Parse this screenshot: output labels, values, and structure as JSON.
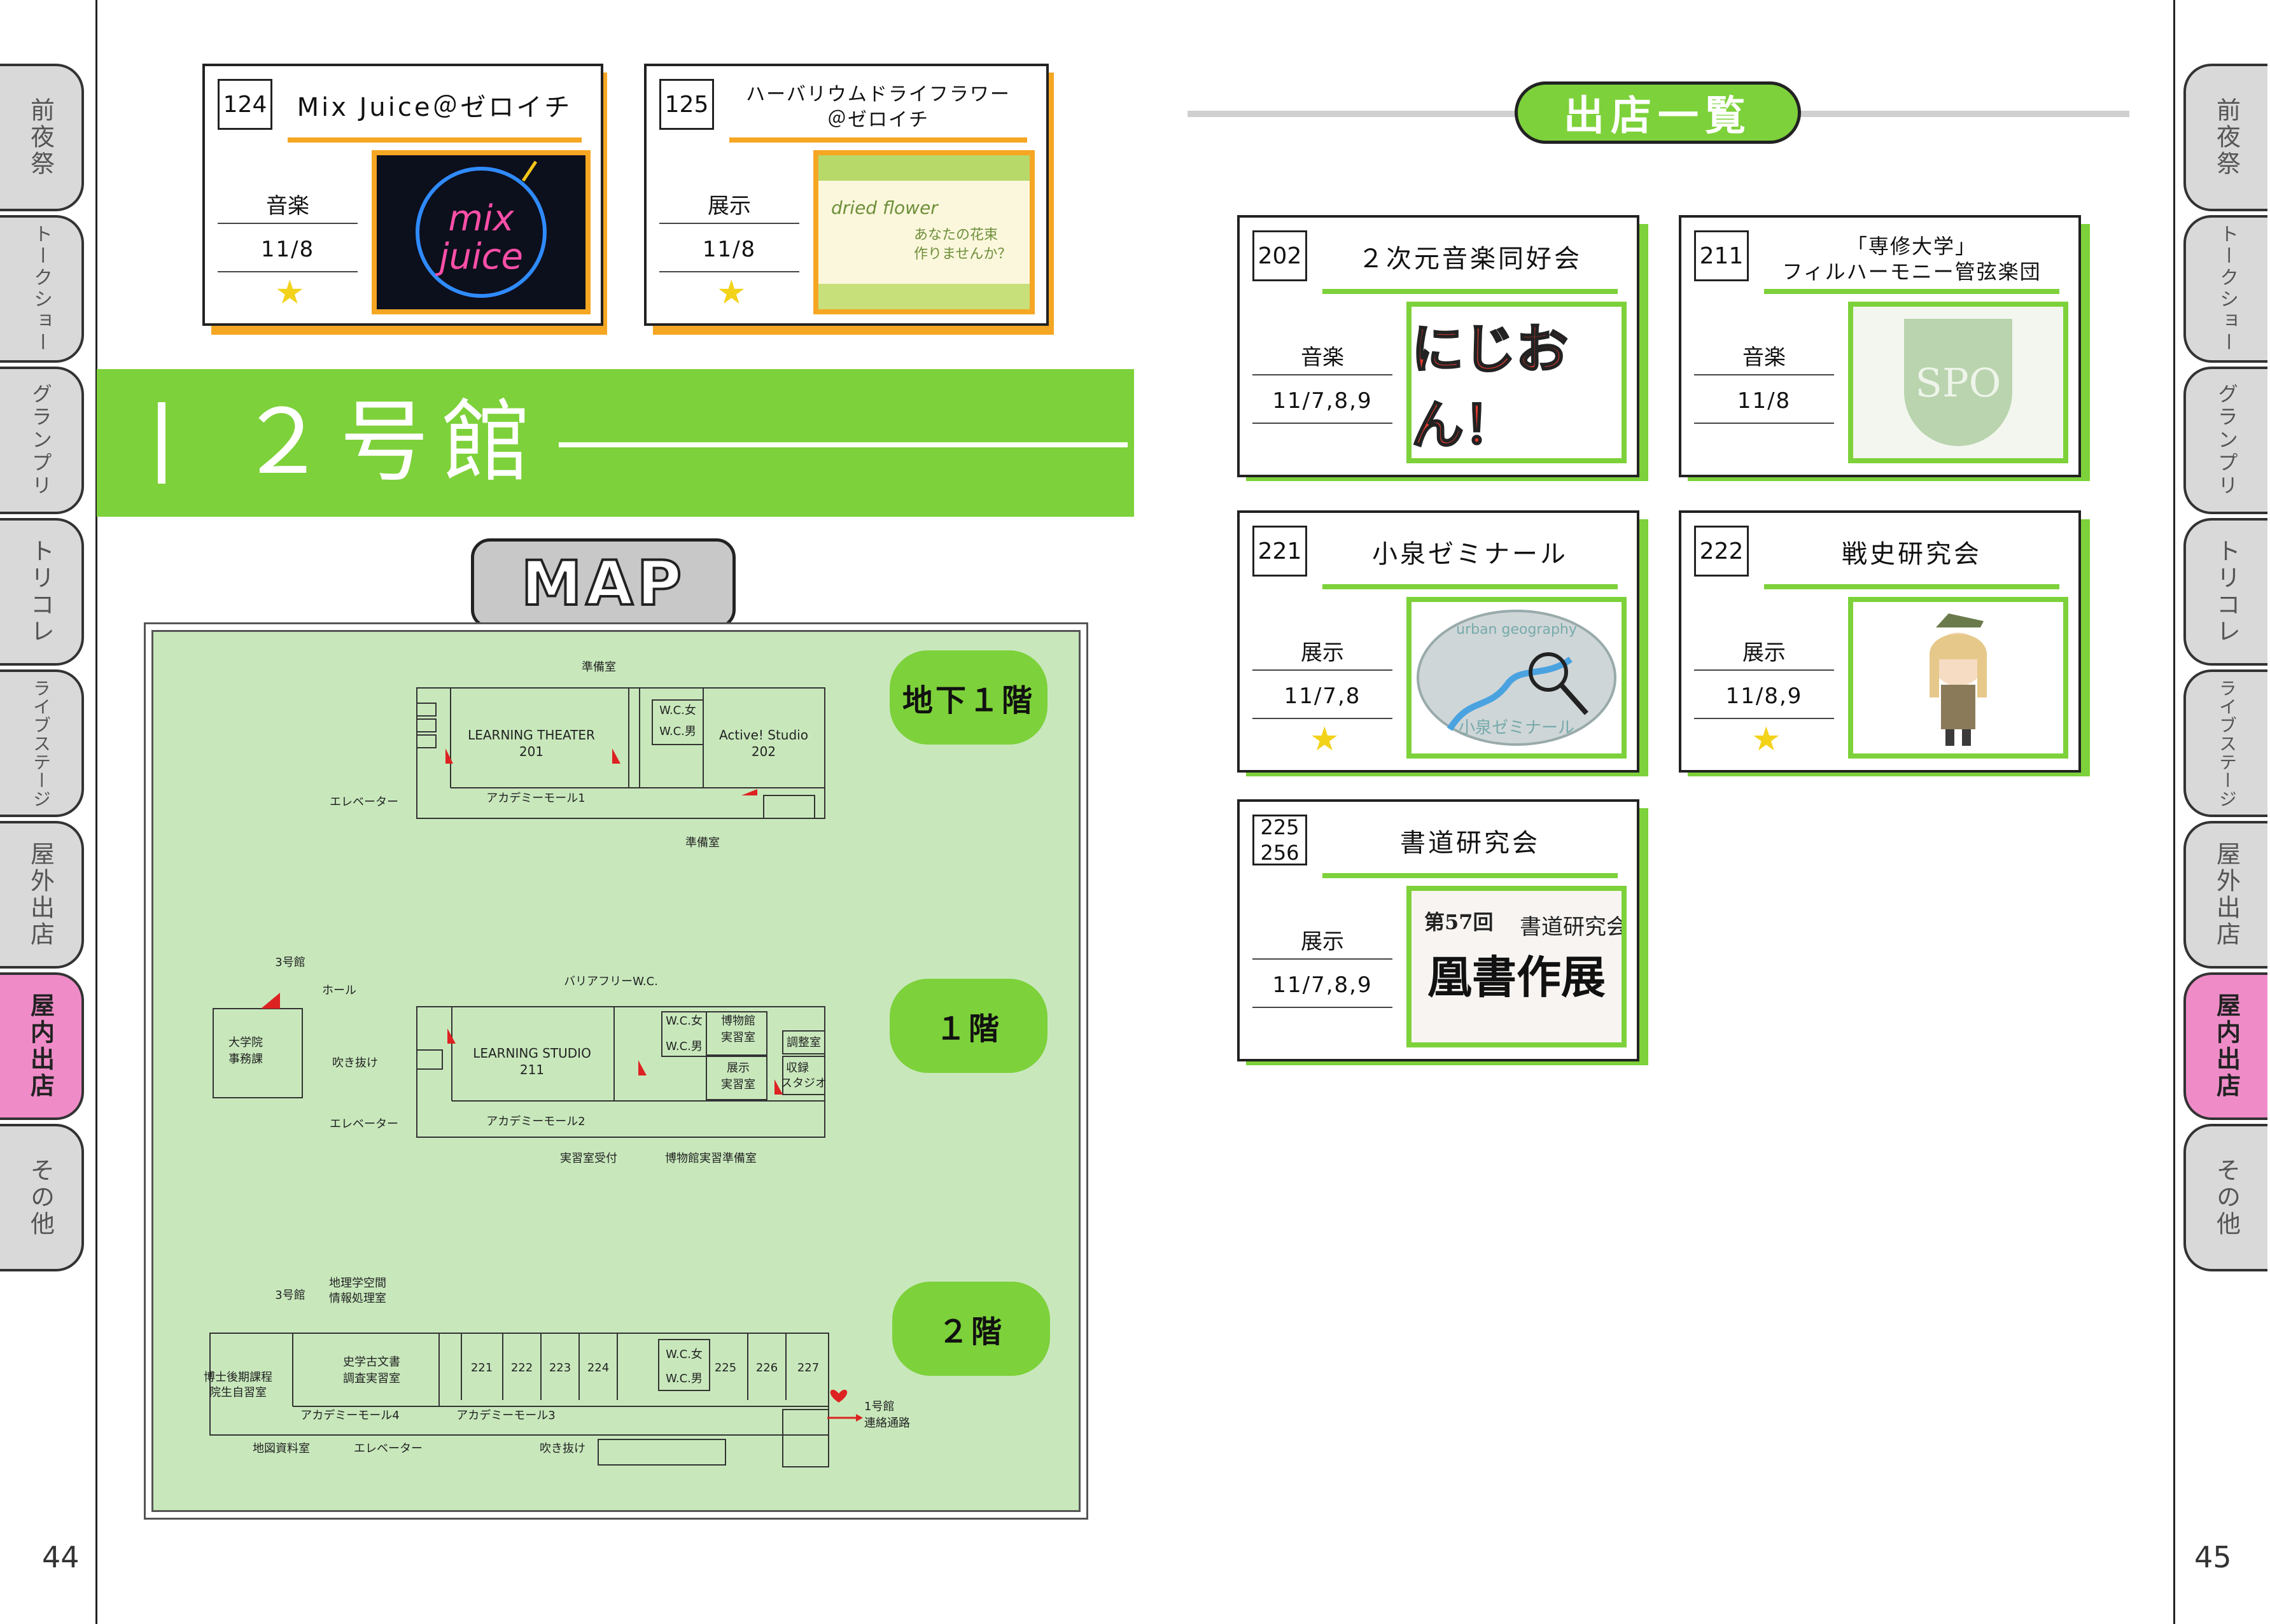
{
  "tabs": [
    "前夜祭",
    "トークショー",
    "グランプリ",
    "トリコレ",
    "ライブステージ",
    "屋外出店",
    "屋内出店",
    "その他"
  ],
  "active_tab": "屋内出店",
  "page_left": "44",
  "page_right": "45",
  "top_cards": [
    {
      "num": "124",
      "name": "Mix Juice＠ゼロイチ",
      "category": "音楽",
      "date": "11/8",
      "star": true,
      "pic_text_1": "mix",
      "pic_text_2": "juice"
    },
    {
      "num": "125",
      "name_1": "ハーバリウムドライフラワー",
      "name_2": "＠ゼロイチ",
      "category": "展示",
      "date": "11/8",
      "star": true,
      "pic_text_1": "dried flower",
      "pic_text_2": "あなたの花束",
      "pic_text_3": "作りませんか？"
    }
  ],
  "building_title": "２号館",
  "map_label": "MAP",
  "floors": {
    "b1": "地下１階",
    "f1": "１階",
    "f2": "２階"
  },
  "map_labels": {
    "b1_prep_top": "準備室",
    "b1_wc_f": "W.C.女",
    "b1_wc_m": "W.C.男",
    "b1_theater_1": "LEARNING THEATER",
    "b1_theater_2": "201",
    "b1_studio_1": "Active! Studio",
    "b1_studio_2": "202",
    "b1_elevator": "エレベーター",
    "b1_mall": "アカデミーモール1",
    "b1_prep_bottom": "準備室",
    "f1_bldg3": "3号館",
    "f1_hall": "ホール",
    "f1_grad_1": "大学院",
    "f1_grad_2": "事務課",
    "f1_atrium": "吹き抜け",
    "f1_elevator": "エレベーター",
    "f1_bf_wc": "バリアフリーW.C.",
    "f1_studio_1": "LEARNING STUDIO",
    "f1_studio_2": "211",
    "f1_wc_f": "W.C.女",
    "f1_wc_m": "W.C.男",
    "f1_museum_1": "博物館",
    "f1_museum_2": "実習室",
    "f1_exhibit_1": "展示",
    "f1_exhibit_2": "実習室",
    "f1_adjust": "調整室",
    "f1_rec_1": "収録",
    "f1_rec_2": "スタジオ",
    "f1_mall": "アカデミーモール2",
    "f1_reception": "実習室受付",
    "f1_museum_prep": "博物館実習準備室",
    "f2_bldg3": "3号館",
    "f2_geo_1": "地理学空間",
    "f2_geo_2": "情報処理室",
    "f2_hist_1": "史学古文書",
    "f2_hist_2": "調査実習室",
    "f2_doc_1": "博士後期課程",
    "f2_doc_2": "院生自習室",
    "f2_rooms": [
      "221",
      "222",
      "223",
      "224"
    ],
    "f2_wc_f": "W.C.女",
    "f2_wc_m": "W.C.男",
    "f2_rooms2": [
      "225",
      "226",
      "227"
    ],
    "f2_mall4": "アカデミーモール4",
    "f2_mall3": "アカデミーモール3",
    "f2_bldg1_1": "1号館",
    "f2_bldg1_2": "連絡通路",
    "f2_map_room": "地図資料室",
    "f2_elevator": "エレベーター",
    "f2_atrium": "吹き抜け"
  },
  "list_title": "出店一覧",
  "cards": [
    {
      "num": "202",
      "name": "２次元音楽同好会",
      "category": "音楽",
      "date": "11/7,8,9",
      "star": false,
      "pic_text": "にじおん！"
    },
    {
      "num": "211",
      "name_1": "「専修大学」",
      "name_2": "フィルハーモニー管弦楽団",
      "category": "音楽",
      "date": "11/8",
      "star": false,
      "pic_text": "SPO"
    },
    {
      "num": "221",
      "name": "小泉ゼミナール",
      "category": "展示",
      "date": "11/7,8",
      "star": true,
      "pic_text_1": "urban geography",
      "pic_text_2": "小泉ゼミナール"
    },
    {
      "num": "222",
      "name": "戦史研究会",
      "category": "展示",
      "date": "11/8,9",
      "star": true
    },
    {
      "num_1": "225",
      "num_2": "256",
      "name": "書道研究会",
      "category": "展示",
      "date": "11/7,8,9",
      "star": false,
      "pic_text_1": "第57回",
      "pic_text_2": "書道研究会",
      "pic_text_3": "凰書作展"
    }
  ],
  "colors": {
    "green": "#7dd13a",
    "orange": "#f5a623",
    "map_bg": "#c8e8bc",
    "tab": "#d9d9d9",
    "tab_active": "#ef8cc8"
  }
}
